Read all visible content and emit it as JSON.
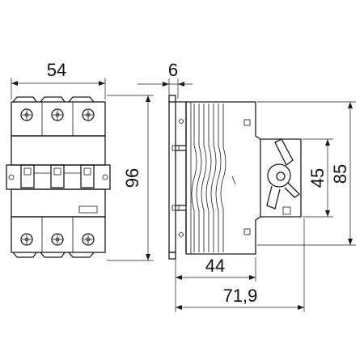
{
  "dimensions": {
    "front_width": "54",
    "front_height": "96",
    "side_top_tab": "6",
    "side_depth_44": "44",
    "side_depth_total": "71,9",
    "side_height_45": "45",
    "side_height_85": "85"
  },
  "colors": {
    "line": "#1a1a1a",
    "background": "#ffffff"
  }
}
